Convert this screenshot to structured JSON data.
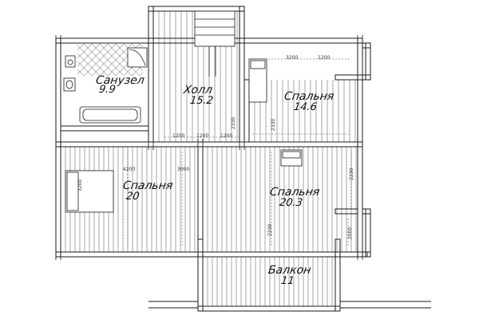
{
  "rooms": {
    "bath": {
      "name": "Санузел",
      "area": "9.9"
    },
    "hall": {
      "name": "Холл",
      "area": "15.2"
    },
    "bed_ne": {
      "name": "Спальня",
      "area": "14.6"
    },
    "bed_w": {
      "name": "Спальня",
      "area": "20"
    },
    "bed_e": {
      "name": "Спальня",
      "area": "20.3"
    },
    "balcony": {
      "name": "Балкон",
      "area": "11"
    }
  },
  "dimensions": {
    "d1": "3200",
    "d2": "1200",
    "d3": "1200",
    "d4": "1200",
    "d5": "1200",
    "d6": "3000",
    "d7": "2230",
    "d8": "2330",
    "d9": "2000",
    "d10": "4200",
    "d11": "3200",
    "d12": "2230",
    "d13": "2330"
  },
  "colors": {
    "line": "#1a1a1a",
    "plank": "#6a6a6a",
    "paper": "#ffffff"
  }
}
